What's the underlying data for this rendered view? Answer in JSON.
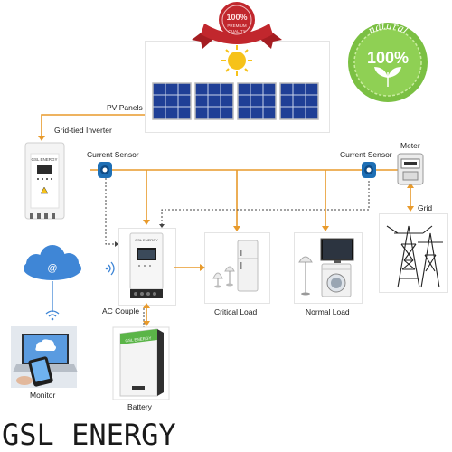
{
  "badges": {
    "premium": {
      "line1": "100%",
      "line2": "PREMIUM",
      "line3": "QUALITY"
    },
    "natural": {
      "arc": "natural",
      "percent": "100%"
    }
  },
  "labels": {
    "pv_panels": "PV Panels",
    "grid_tied_inverter": "Grid-tied Inverter",
    "current_sensor_left": "Current Sensor",
    "current_sensor_right": "Current Sensor",
    "meter": "Meter",
    "grid": "Grid",
    "ac_couple": "AC Couple",
    "critical_load": "Critical Load",
    "normal_load": "Normal Load",
    "monitor": "Monitor",
    "battery": "Battery"
  },
  "device_text": {
    "inverter_brand": "GSL ENERGY",
    "ac_couple_brand": "GSL ENERGY",
    "battery_brand": "GSL ENERGY",
    "cloud_symbol": "@"
  },
  "footer": {
    "brand": "GSL ENERGY"
  },
  "colors": {
    "line": "#e89a2b",
    "dashed": "#444444",
    "panel_blue": "#1f3f96",
    "sun": "#f6c21a",
    "ribbon_red": "#c1272d",
    "natural_green": "#7bc043",
    "sensor_blue": "#1e6fb5",
    "cloud_blue": "#3f86d6",
    "battery_green": "#5bb548"
  }
}
